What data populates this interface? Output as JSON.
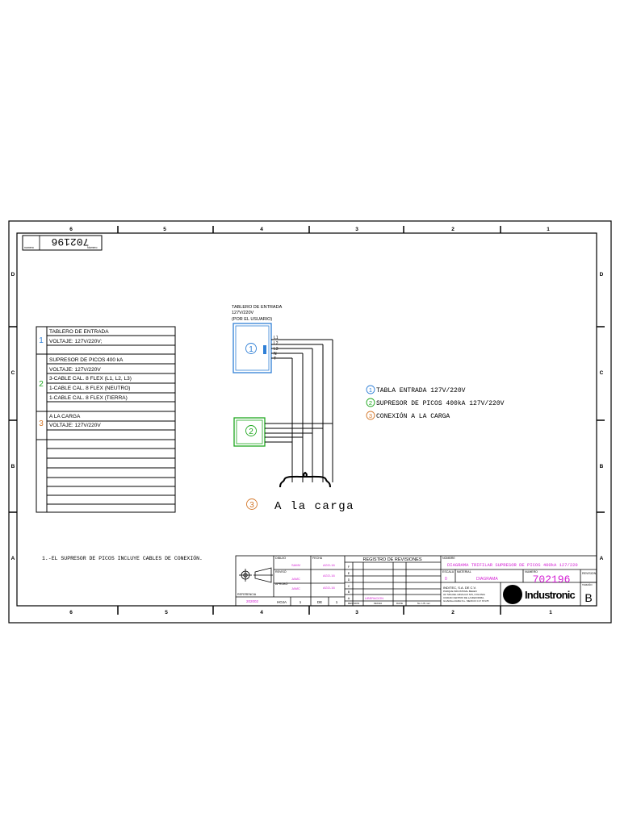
{
  "frame": {
    "col_labels": [
      "6",
      "5",
      "4",
      "3",
      "2",
      "1"
    ],
    "row_labels": [
      "D",
      "C",
      "B",
      "A"
    ]
  },
  "top_stamp": {
    "label_left": "numero",
    "label_right": "Numero",
    "number_mirrored": "702196"
  },
  "parts_table": {
    "groups": [
      {
        "num": "1",
        "color": "#2f7fd6",
        "rows": [
          "TABLERO DE ENTRADA",
          "VOLTAJE: 127V/220V;"
        ]
      },
      {
        "num": "2",
        "color": "#21a821",
        "rows": [
          "SUPRESOR DE PICOS 400 kA",
          "VOLTAJE: 127V/220V",
          "3-CABLE CAL. 8 FLEX (L1, L2, L3)",
          "1-CABLE CAL. 8 FLEX (NEUTRO)",
          "1-CABLE CAL. 8 FLEX (TIERRA)"
        ]
      },
      {
        "num": "3",
        "color": "#d4782a",
        "rows": [
          "A LA CARGA",
          "VOLTAJE: 127V/220V"
        ]
      }
    ]
  },
  "diagram": {
    "panel_label_lines": [
      "TABLERO DE ENTRADA",
      "127V/220V",
      "(POR EL USUARIO)"
    ],
    "panel_number": "1",
    "suppressor_number": "2",
    "wire_labels": [
      "L1",
      "L2",
      "L3",
      "N",
      "T"
    ],
    "load_number": "3",
    "load_label": "A la carga"
  },
  "legend": [
    {
      "num": "1",
      "text": "TABLA ENTRADA 127V/220V",
      "color": "#2f7fd6"
    },
    {
      "num": "2",
      "text": "SUPRESOR DE PICOS 400kA 127V/220V",
      "color": "#21a821"
    },
    {
      "num": "3",
      "text": "CONEXIÓN A LA CARGA",
      "color": "#d4782a"
    }
  ],
  "notes": [
    "1.-EL SUPRESOR DE PICOS INCLUYE CABLES DE CONEXIÓN."
  ],
  "title_block": {
    "dibujo_label": "DIBUJO",
    "dibujo_value": "SAMV",
    "fecha_label": "FECHA",
    "fecha_1": "AGO-16",
    "reviso_label": "REVISÓ",
    "reviso_value": "JAMC",
    "fecha_2": "AGO-16",
    "aprobo_label": "APROBÓ",
    "aprobo_value": "JAMC",
    "fecha_3": "AGO-16",
    "referencia_label": "REFERENCIA",
    "referencia_value": "202002",
    "hoja_label": "HOJA",
    "hoja_value": "1",
    "de_label": "DE",
    "de_value": "1",
    "revisiones_title": "REGISTRO DE REVISIONES",
    "rev_letters": [
      "F",
      "E",
      "D",
      "C",
      "B",
      "A"
    ],
    "rev_a_text": "LIBERACION",
    "rev_footer": [
      "REVISION",
      "FECHA",
      "DAVE",
      "No. LIS. ser."
    ],
    "nombre_label": "NOMBRE",
    "nombre_value": "DIAGRAMA TRIFILAR SUPRESOR DE PICOS 400kA 127/220",
    "escala_label": "ESCALA",
    "escala_value": "0",
    "material_label": "MATERIAL",
    "material_value": "DIAGRAMA",
    "numero_label": "NUMERO",
    "numero_value": "702196",
    "revision_label": "REVISION",
    "revision_value": "B",
    "tamano_label": "TAMAÑO",
    "company_lines": [
      "INDITEC, S.A. DE C.V.",
      "PARQUE INDUSTRIAL BELEN",
      "AV. MIGUEL HIDALGO S/N, COLONIA",
      "CIUDAD CENTRO DE LA REFORMA,",
      "GUADALAJARA N.L. MEXICO C.P. 67178"
    ],
    "logo_text": "Industronic"
  },
  "colors": {
    "blue": "#2f7fd6",
    "green": "#21a821",
    "orange": "#d4782a",
    "magenta": "#d420d4",
    "frame": "#000000"
  }
}
